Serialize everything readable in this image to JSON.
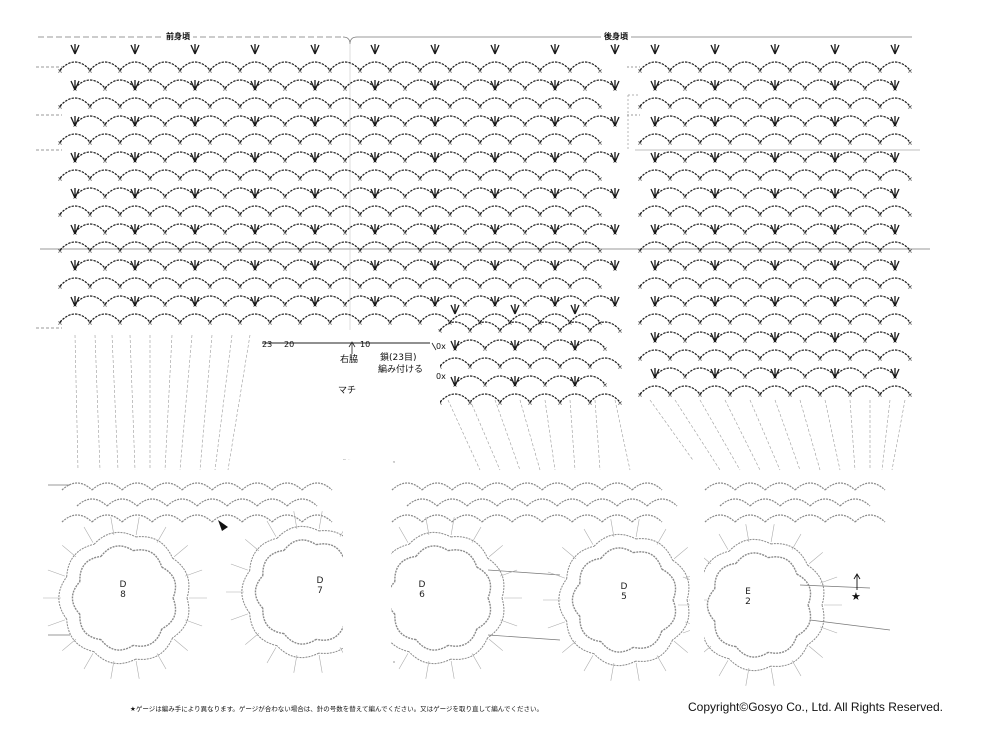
{
  "sections": {
    "front": "前身頃",
    "back": "後身頃"
  },
  "gusset": {
    "stitch_counts": [
      "23",
      "20",
      "10"
    ],
    "side_label": "右脇",
    "join_label_1": "鎖(23目)",
    "join_label_2": "編み付ける",
    "gusset_label": "マチ",
    "tick_marks": [
      "0x",
      "0x"
    ]
  },
  "motifs": [
    {
      "letter": "D",
      "number": "8"
    },
    {
      "letter": "D",
      "number": "7"
    },
    {
      "letter": "D",
      "number": "6"
    },
    {
      "letter": "D",
      "number": "5"
    },
    {
      "letter": "E",
      "number": "2"
    }
  ],
  "star_symbol": "★",
  "note": "★ゲージは編み手により異なります。ゲージが合わない場合は、針の号数を替えて編んでください。又はゲージを取り直して編んでください。",
  "copyright": "Copyright©Gosyo Co., Ltd. All Rights Reserved.",
  "colors": {
    "ink": "#1a1a1a",
    "motif": "#8a8a8a",
    "guide": "#9a9a9a"
  }
}
